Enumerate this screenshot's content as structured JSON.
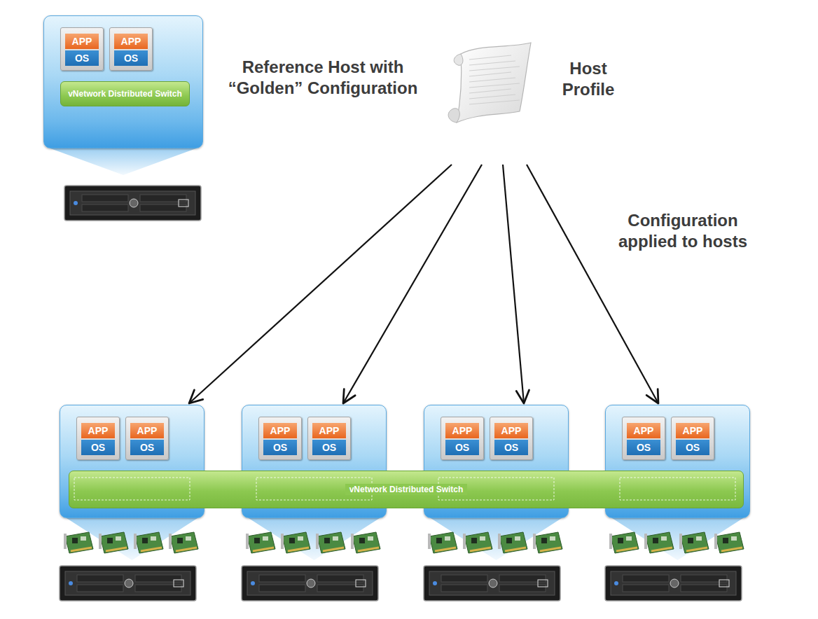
{
  "diagram": {
    "nodes": [
      {
        "text": [
          "Reference Host with “Golden” Configuration"
        ]
      },
      {
        "text": [
          "APP",
          "OS"
        ],
        "in": 0
      },
      {
        "text": [
          "APP",
          "OS"
        ],
        "in": 0
      },
      {
        "text": [
          "vNetwork Distributed Switch"
        ],
        "in": 0
      },
      {
        "text": [
          "Host Profile"
        ]
      },
      {
        "text": []
      },
      {
        "text": [
          "APP",
          "OS"
        ],
        "in": 5
      },
      {
        "text": [
          "APP",
          "OS"
        ],
        "in": 5
      },
      {
        "text": []
      },
      {
        "text": [
          "APP",
          "OS"
        ],
        "in": 8
      },
      {
        "text": [
          "APP",
          "OS"
        ],
        "in": 8
      },
      {
        "text": []
      },
      {
        "text": [
          "APP",
          "OS"
        ],
        "in": 11
      },
      {
        "text": [
          "APP",
          "OS"
        ],
        "in": 11
      },
      {
        "text": []
      },
      {
        "text": [
          "APP",
          "OS"
        ],
        "in": 14
      },
      {
        "text": [
          "APP",
          "OS"
        ],
        "in": 14
      },
      {
        "text": [
          "vNetwork Distributed Switch"
        ]
      }
    ],
    "edges": [
      {
        "from": 4,
        "to": 5,
        "arrow": "to"
      },
      {
        "from": 4,
        "to": 8,
        "arrow": "to"
      },
      {
        "from": 4,
        "to": 11,
        "arrow": "to"
      },
      {
        "from": 4,
        "to": 14,
        "arrow": "to"
      }
    ],
    "labels": [
      "Configuration applied to hosts"
    ]
  }
}
